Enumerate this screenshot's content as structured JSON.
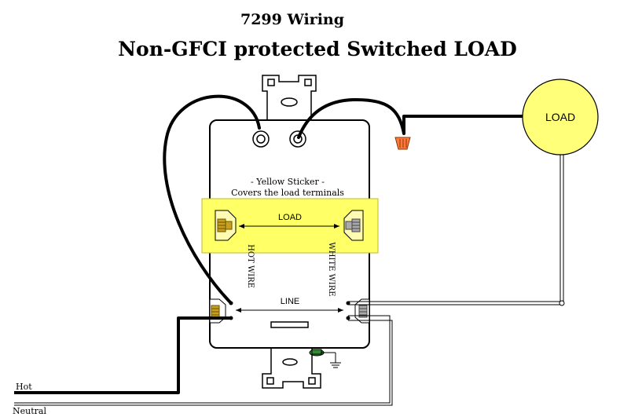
{
  "title": "7299 Wiring",
  "subtitle": "Non-GFCI protected Switched LOAD",
  "load_label": "LOAD",
  "sticker": {
    "line1": "- Yellow Sticker -",
    "line2": "Covers the load terminals"
  },
  "device": {
    "load_label": "LOAD",
    "line_label": "LINE",
    "hot_wire_label": "HOT WIRE",
    "white_wire_label": "WHITE WIRE"
  },
  "wires": {
    "hot_label": "Hot",
    "neutral_label": "Neutral"
  },
  "colors": {
    "sticker_fill": "#ffff66",
    "load_fill": "#ffff7a",
    "wire_nut": "#ff7a3c",
    "ground_screw": "#2e8b2e",
    "brass_terminal": "#c8a020",
    "silver_terminal": "#9a9a9a"
  }
}
